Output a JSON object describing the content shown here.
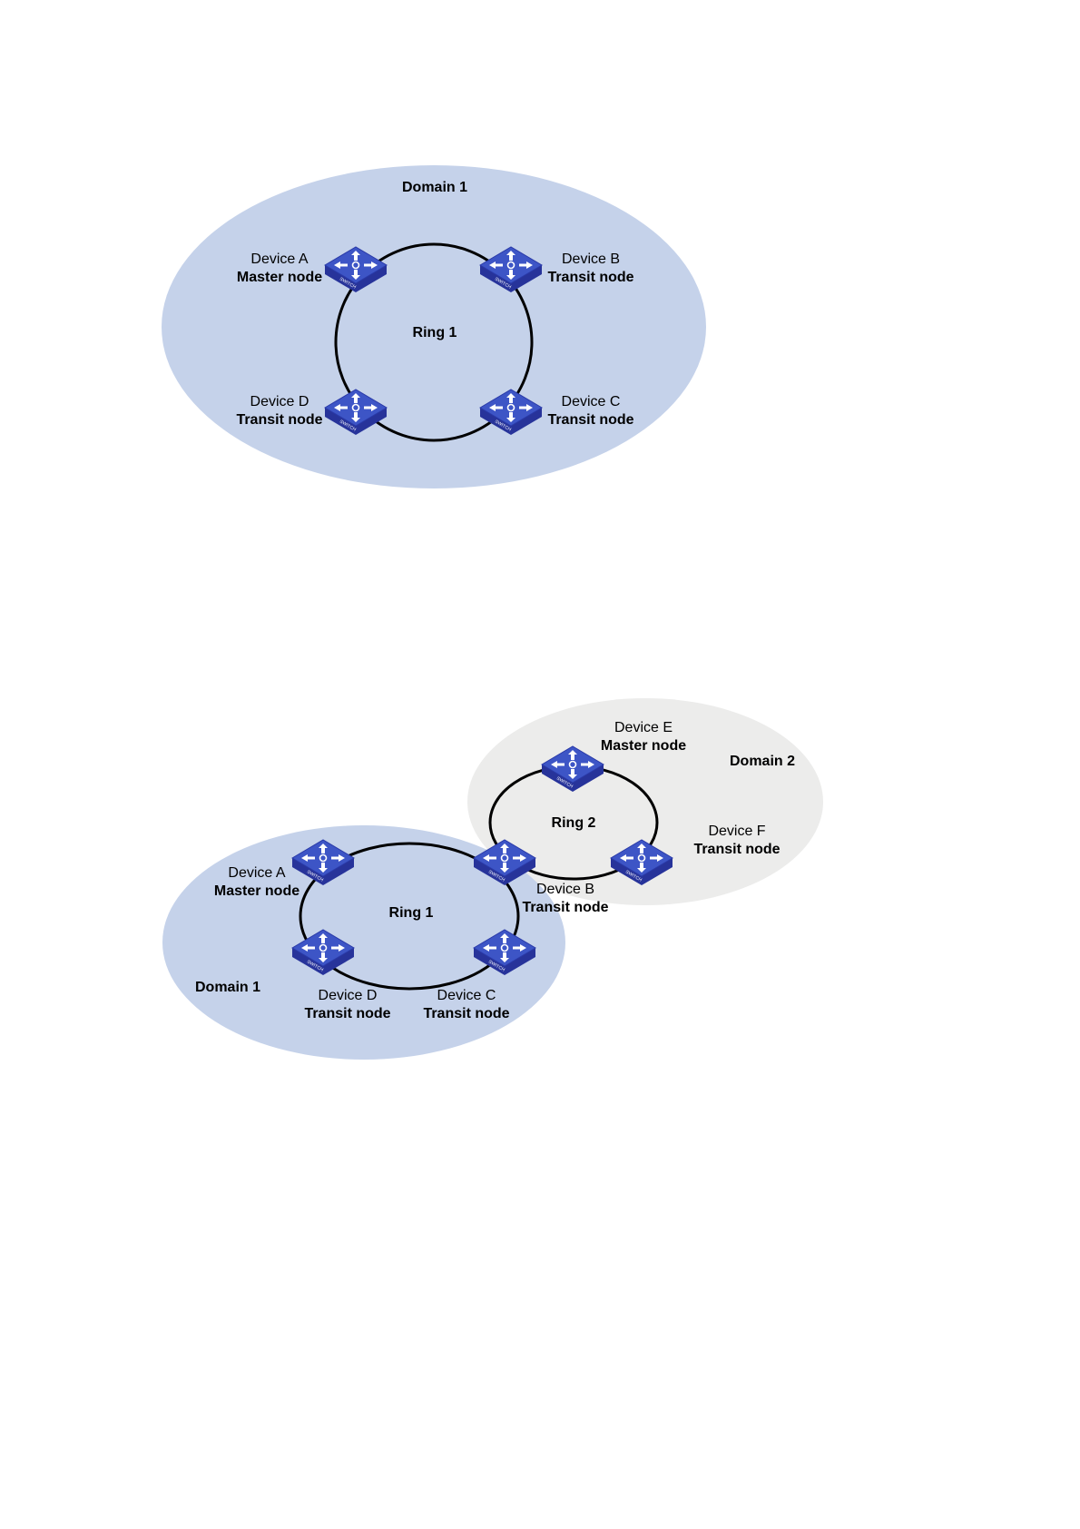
{
  "colors": {
    "domain1_fill": "#c5d2ea",
    "domain2_fill": "#ececeb",
    "ring_stroke": "#000000",
    "switch_top": "#3a4fbf",
    "switch_side": "#27339a"
  },
  "switch_icon_text": "SWITCH",
  "figure1": {
    "domain_label": "Domain 1",
    "ring_label": "Ring 1",
    "devices": [
      {
        "id": "A",
        "name": "Device A",
        "role": "Master node"
      },
      {
        "id": "B",
        "name": "Device B",
        "role": "Transit node"
      },
      {
        "id": "D",
        "name": "Device D",
        "role": "Transit node"
      },
      {
        "id": "C",
        "name": "Device C",
        "role": "Transit node"
      }
    ]
  },
  "figure2": {
    "domain1_label": "Domain 1",
    "domain2_label": "Domain 2",
    "ring1_label": "Ring 1",
    "ring2_label": "Ring 2",
    "devices": [
      {
        "id": "E",
        "name": "Device E",
        "role": "Master node"
      },
      {
        "id": "F",
        "name": "Device F",
        "role": "Transit node"
      },
      {
        "id": "A",
        "name": "Device A",
        "role": "Master node"
      },
      {
        "id": "B",
        "name": "Device B",
        "role": "Transit node"
      },
      {
        "id": "D",
        "name": "Device D",
        "role": "Transit node"
      },
      {
        "id": "C",
        "name": "Device C",
        "role": "Transit node"
      }
    ]
  }
}
